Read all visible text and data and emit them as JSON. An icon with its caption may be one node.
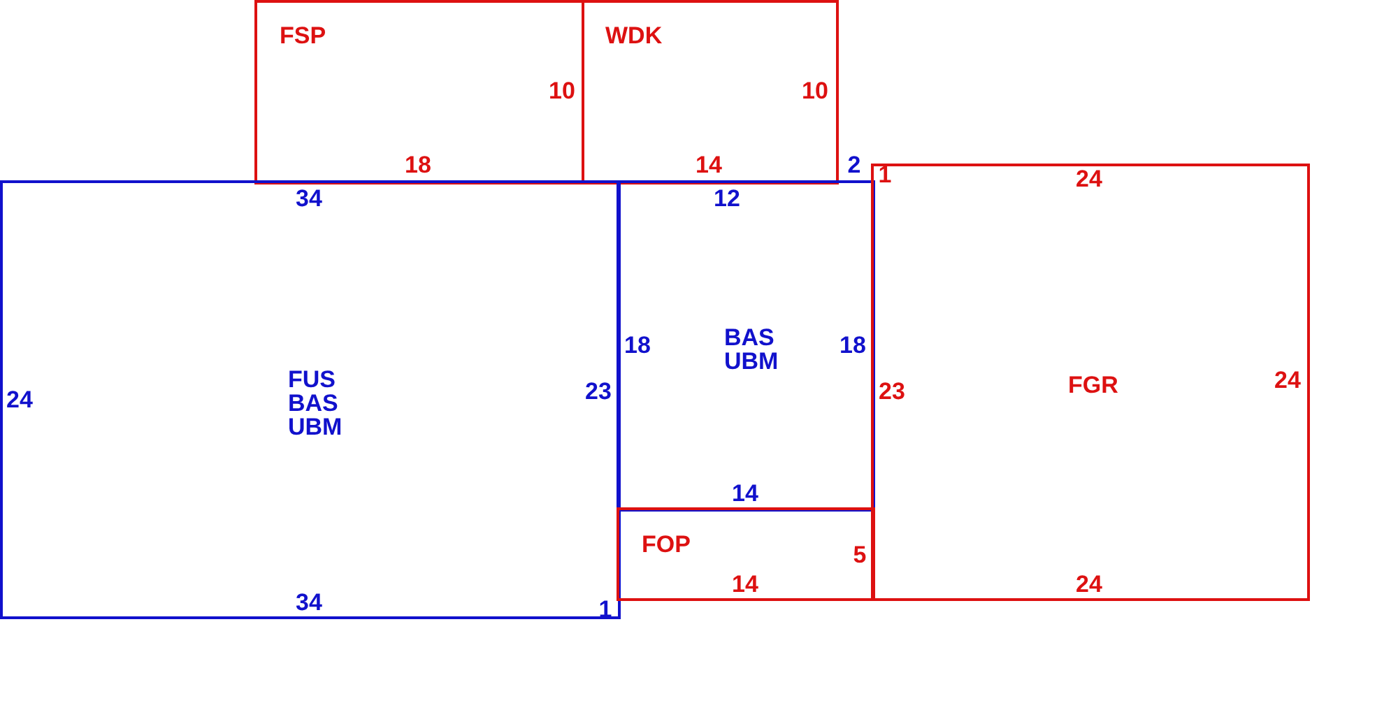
{
  "diagram": {
    "nodes": [
      {
        "text": [
          "FSP"
        ]
      },
      {
        "text": [
          "WDK"
        ]
      },
      {
        "text": [
          "FUS BAS UBM"
        ]
      },
      {
        "text": [
          "BAS UBM"
        ]
      },
      {
        "text": [
          "FOP"
        ]
      },
      {
        "text": [
          "FGR"
        ]
      }
    ],
    "labels": [
      "10",
      "10",
      "18",
      "14",
      "2",
      "1",
      "24",
      "34",
      "12",
      "18",
      "18",
      "24",
      "23",
      "23",
      "24",
      "14",
      "5",
      "14",
      "24",
      "34",
      "1"
    ]
  }
}
